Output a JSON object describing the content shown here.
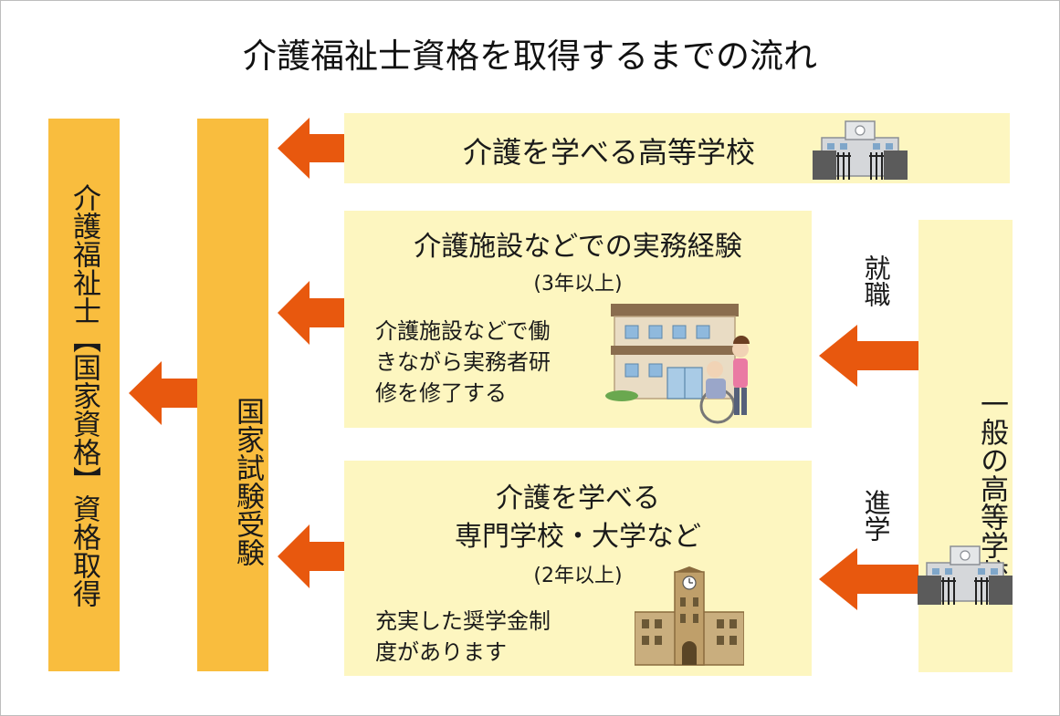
{
  "title": "介護福祉士資格を取得するまでの流れ",
  "result": {
    "label": "介護福祉士【国家資格】資格取得"
  },
  "exam": {
    "label": "国家試験受験"
  },
  "routes": {
    "high_school": {
      "label": "介護を学べる高等学校"
    },
    "work": {
      "title": "介護施設などでの実務経験",
      "years": "(3年以上)",
      "note_lines": [
        "介護施設などで働",
        "きながら実務者研",
        "修を修了する"
      ]
    },
    "school": {
      "title_lines": [
        "介護を学べる",
        "専門学校・大学など"
      ],
      "years": "(2年以上)",
      "note_lines": [
        "充実した奨学金制",
        "度があります"
      ]
    }
  },
  "general": {
    "label": "一般の高等学校"
  },
  "labels": {
    "employment": "就職",
    "advance": "進学"
  },
  "colors": {
    "orange_box": "#f9bd3e",
    "pale_box": "#fdf6c0",
    "arrow": "#e8580e"
  }
}
